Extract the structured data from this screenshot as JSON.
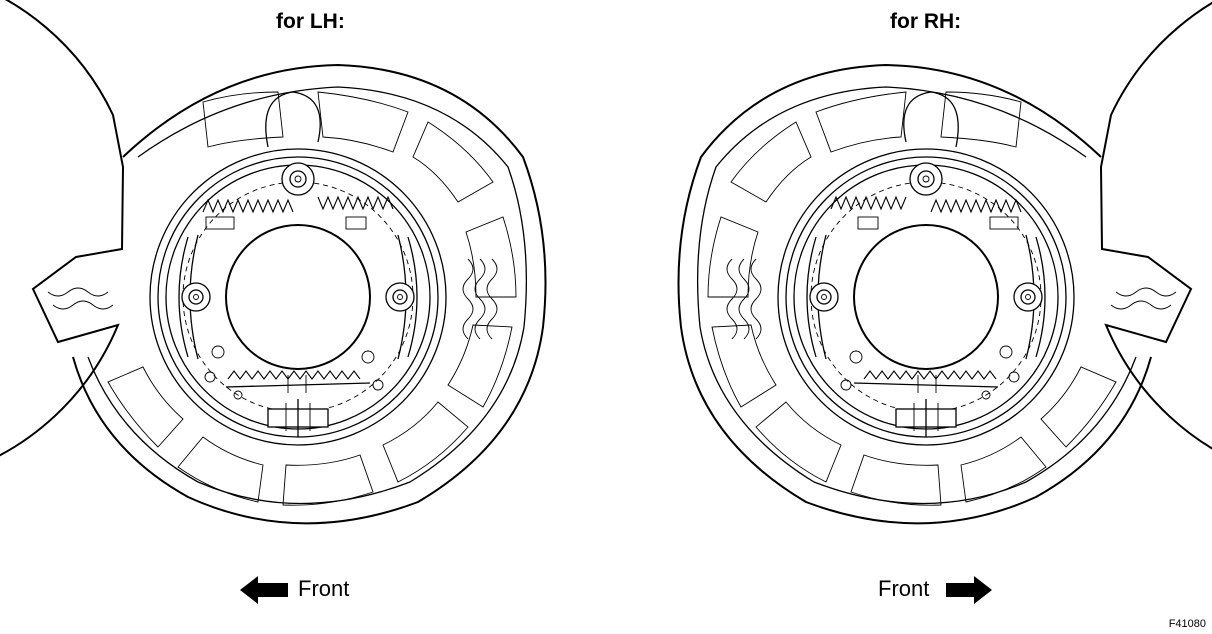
{
  "labels": {
    "left_title": "for LH:",
    "right_title": "for RH:",
    "left_direction": "Front",
    "right_direction": "Front",
    "figure_code": "F41080"
  },
  "icons": {
    "left_arrow": "arrow-left-icon",
    "right_arrow": "arrow-right-icon"
  },
  "colors": {
    "line": "#000000",
    "background": "#ffffff"
  }
}
